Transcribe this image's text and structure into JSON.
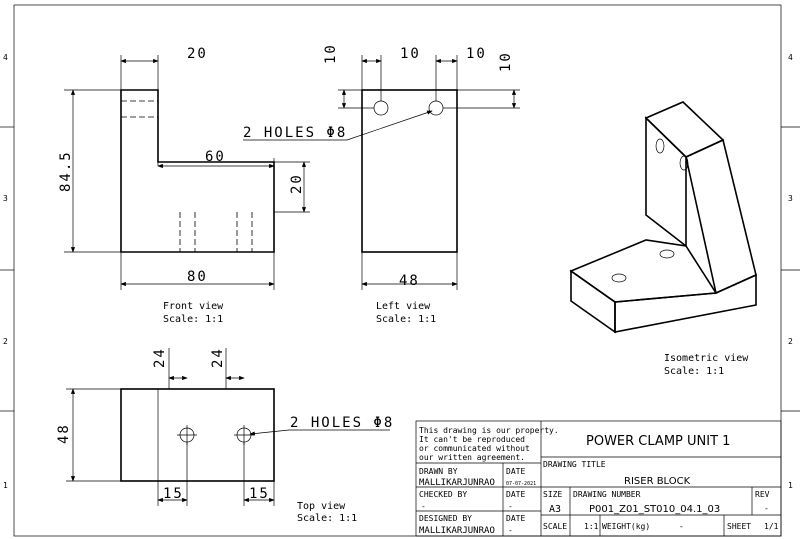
{
  "zone_numbers": [
    "4",
    "3",
    "2",
    "1"
  ],
  "views": {
    "front": {
      "caption": "Front view",
      "scale": "Scale:  1:1",
      "dims": {
        "width_top": "20",
        "height": "84.5",
        "step_width": "60",
        "step_height": "20",
        "overall_width": "80"
      }
    },
    "left": {
      "caption": "Left view",
      "scale": "Scale:  1:1",
      "dims": {
        "hole_v_left": "10",
        "hole_gap": "10",
        "hole_edge": "10",
        "hole_v_right": "10",
        "width": "48"
      },
      "holes_note": "2 HOLES Φ8"
    },
    "top": {
      "caption": "Top view",
      "scale": "Scale:  1:1",
      "dims": {
        "pos_a": "24",
        "pos_b": "24",
        "height": "48",
        "edge_a": "15",
        "edge_b": "15"
      },
      "holes_note": "2 HOLES Φ8"
    },
    "iso": {
      "caption": "Isometric view",
      "scale": "Scale:  1:1"
    }
  },
  "title_block": {
    "disclaimer": [
      "This drawing is our property.",
      "It can't be reproduced",
      "or communicated without",
      "our written agreement."
    ],
    "project": "POWER CLAMP UNIT 1",
    "drawing_title_label": "DRAWING TITLE",
    "drawing_title": "RISER BLOCK",
    "drawn_by_label": "DRAWN BY",
    "drawn_by": "MALLIKARJUNRAO",
    "date_label": "DATE",
    "drawn_date": "07-07-2021",
    "checked_by_label": "CHECKED BY",
    "checked_by": "-",
    "checked_date": "-",
    "designed_by_label": "DESIGNED BY",
    "designed_by": "MALLIKARJUNRAO",
    "designed_date": "-",
    "size_label": "SIZE",
    "size": "A3",
    "drawing_number_label": "DRAWING NUMBER",
    "drawing_number": "P001_Z01_ST010_04.1_03",
    "rev_label": "REV",
    "rev": "-",
    "scale_label": "SCALE",
    "scale": "1:1",
    "weight_label": "WEIGHT(kg)",
    "weight": "-",
    "sheet_label": "SHEET",
    "sheet": "1/1"
  }
}
